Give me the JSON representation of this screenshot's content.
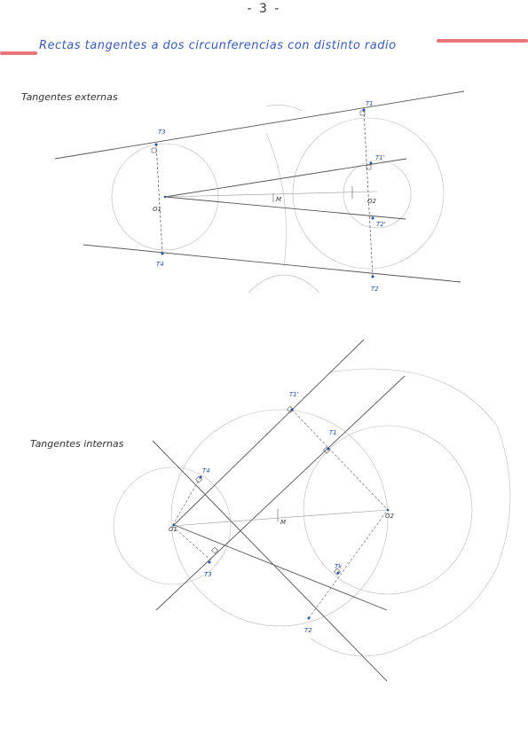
{
  "page": {
    "number": "- 3 -",
    "title": "Rectas tangentes a dos circunferencias con distinto radio"
  },
  "sections": {
    "external": {
      "label": "Tangentes externas",
      "points": {
        "t1": "T1",
        "t1p": "T1'",
        "t2": "T2",
        "t2p": "T2'",
        "t3": "T3",
        "t4": "T4",
        "o1": "O1",
        "o2": "O2",
        "m": "M"
      }
    },
    "internal": {
      "label": "Tangentes internas",
      "points": {
        "t1": "T1",
        "t1p": "T1'",
        "t2": "T2",
        "t3": "T3",
        "t4": "T4",
        "tk": "Tk",
        "o1": "O1",
        "o2": "O2",
        "m": "M"
      }
    }
  },
  "colors": {
    "accent_red": "#e9747b",
    "ink_blue": "#2b4fa3",
    "pencil": "#555555",
    "light_pencil": "#bbbbbb"
  }
}
